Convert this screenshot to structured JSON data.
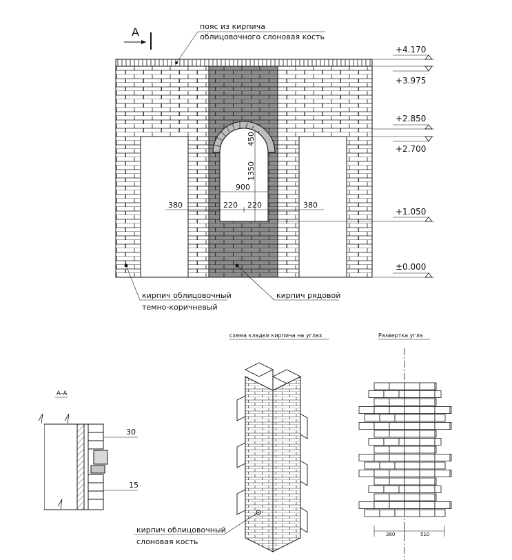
{
  "section_marker": "А",
  "labels": {
    "belt_line1": "пояс из кирпича",
    "belt_line2": "облицовочного слоновая кость",
    "facing_dark_line1": "кирпич облицовочный",
    "facing_dark_line2": "темно-коричневый",
    "ordinary": "кирпич рядовой",
    "scheme_title": "схема кладки кирпича на углах",
    "unfold_title": "Развертка угла",
    "section_title": "А-А",
    "facing_ivory_line1": "кирпич облицовочный",
    "facing_ivory_line2": "слоновая кость"
  },
  "elevations": [
    "+4.170",
    "+3.975",
    "+2.850",
    "+2.700",
    "+1.050",
    "±0.000"
  ],
  "dimensions": {
    "arch_rise": "450",
    "opening_height": "1350",
    "opening_width": "900",
    "pier_left": "380",
    "reveal_left": "220",
    "reveal_right": "220",
    "pier_right": "380",
    "section_top": "30",
    "section_bottom": "15",
    "unfold_left": "380",
    "unfold_right": "510"
  },
  "colors": {
    "dark_brick": "#8c8c8c",
    "light_brick": "#ffffff",
    "line": "#111111"
  }
}
